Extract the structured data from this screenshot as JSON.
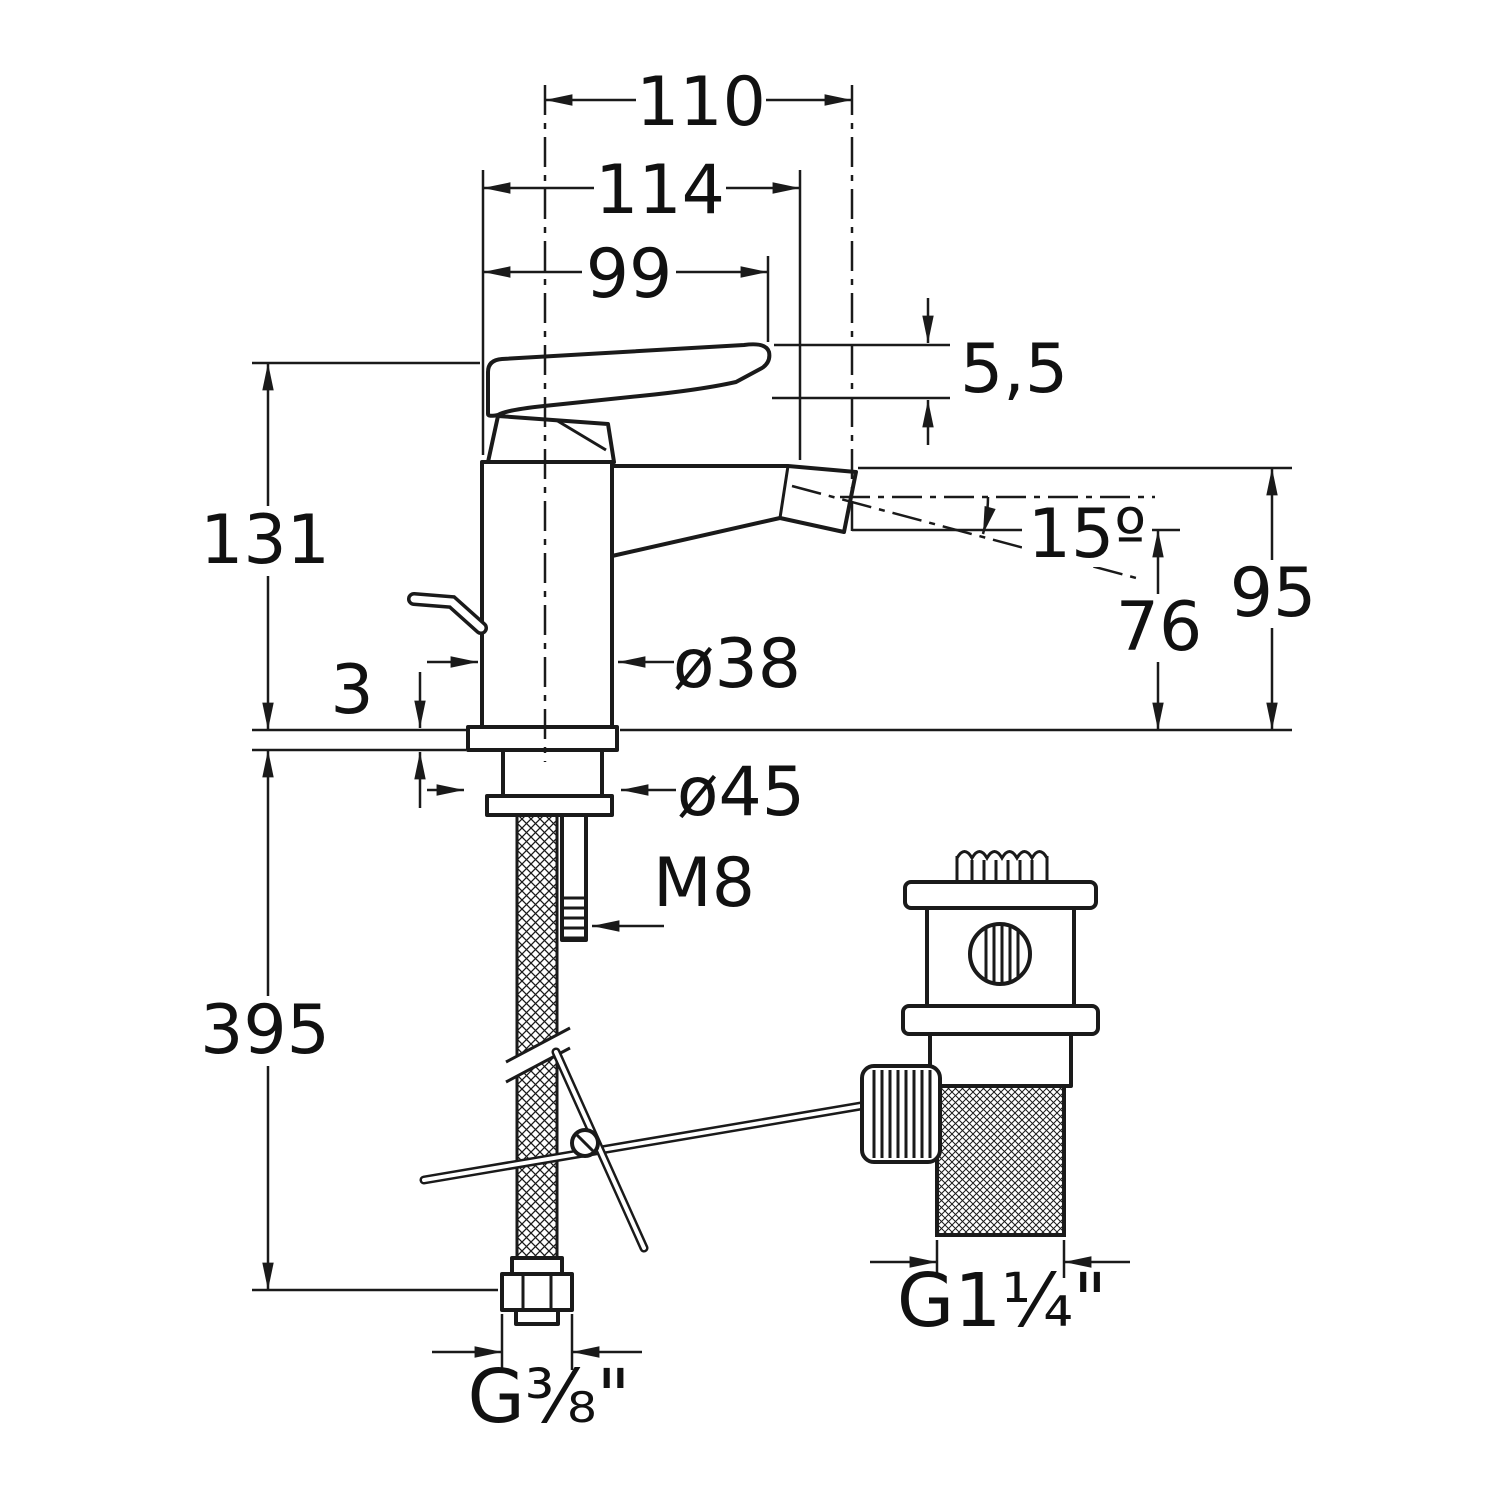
{
  "drawing": {
    "type": "technical-dimension-drawing",
    "subject": "single-lever bidet mixer tap with flexible hose and pop-up waste, side elevation",
    "line_color": "#1a1a1a",
    "background": "#ffffff",
    "dims": {
      "d110": "110",
      "d114": "114",
      "d99": "99",
      "d55": "5,5",
      "d131": "131",
      "angle15": "15º",
      "d95": "95",
      "d76": "76",
      "dia38": "ø38",
      "d3": "3",
      "dia45": "ø45",
      "m8": "M8",
      "d395": "395",
      "g38": "G³⁄₈\"",
      "g114": "G1¹⁄₄\""
    }
  }
}
